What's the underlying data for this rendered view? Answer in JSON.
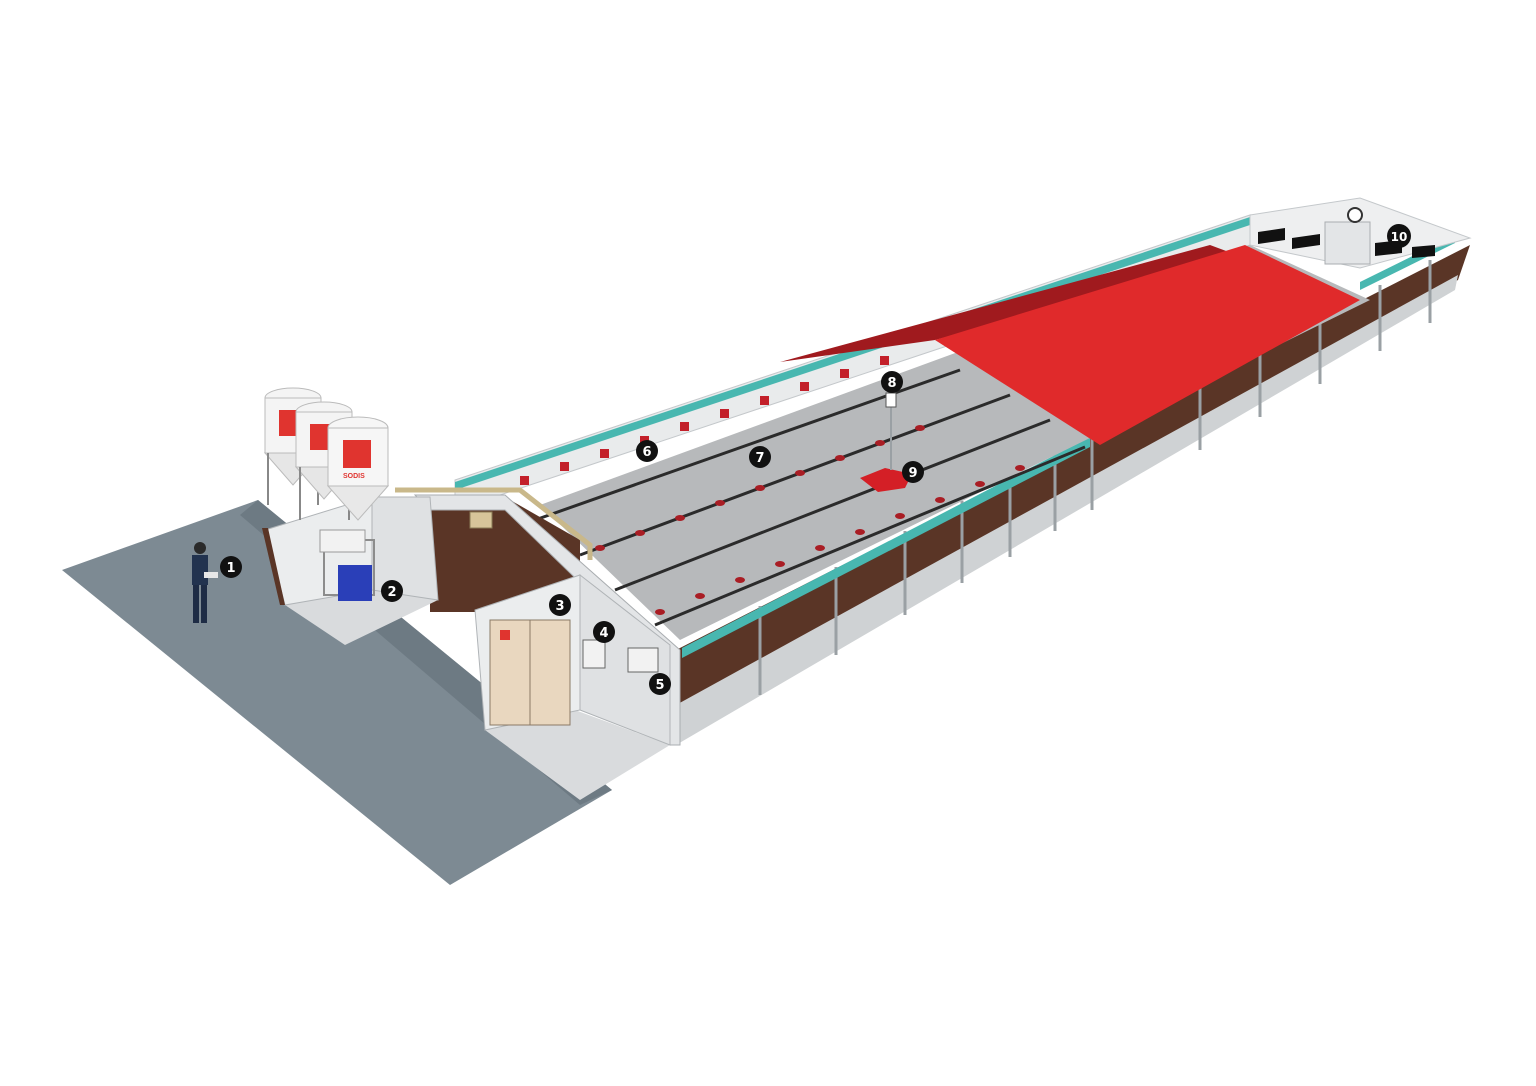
{
  "diagram": {
    "subject": "poultry-house-cutaway",
    "callouts": [
      "1",
      "2",
      "3",
      "4",
      "5",
      "6",
      "7",
      "8",
      "9",
      "10"
    ],
    "silo_logo_text": "SODIS"
  },
  "colors": {
    "ground": "#7d8a93",
    "floor": "#b7b9bb",
    "wall_brown": "#5a3526",
    "wall_white": "#e9ebec",
    "roof_red": "#e02a2b",
    "roof_dark_red": "#a01a1e",
    "window_teal": "#48b7b0",
    "feeder_red": "#a91d24",
    "panel_beige": "#e9d7bf",
    "hopper_blue": "#2a3fb8",
    "badge_black": "#111111"
  }
}
